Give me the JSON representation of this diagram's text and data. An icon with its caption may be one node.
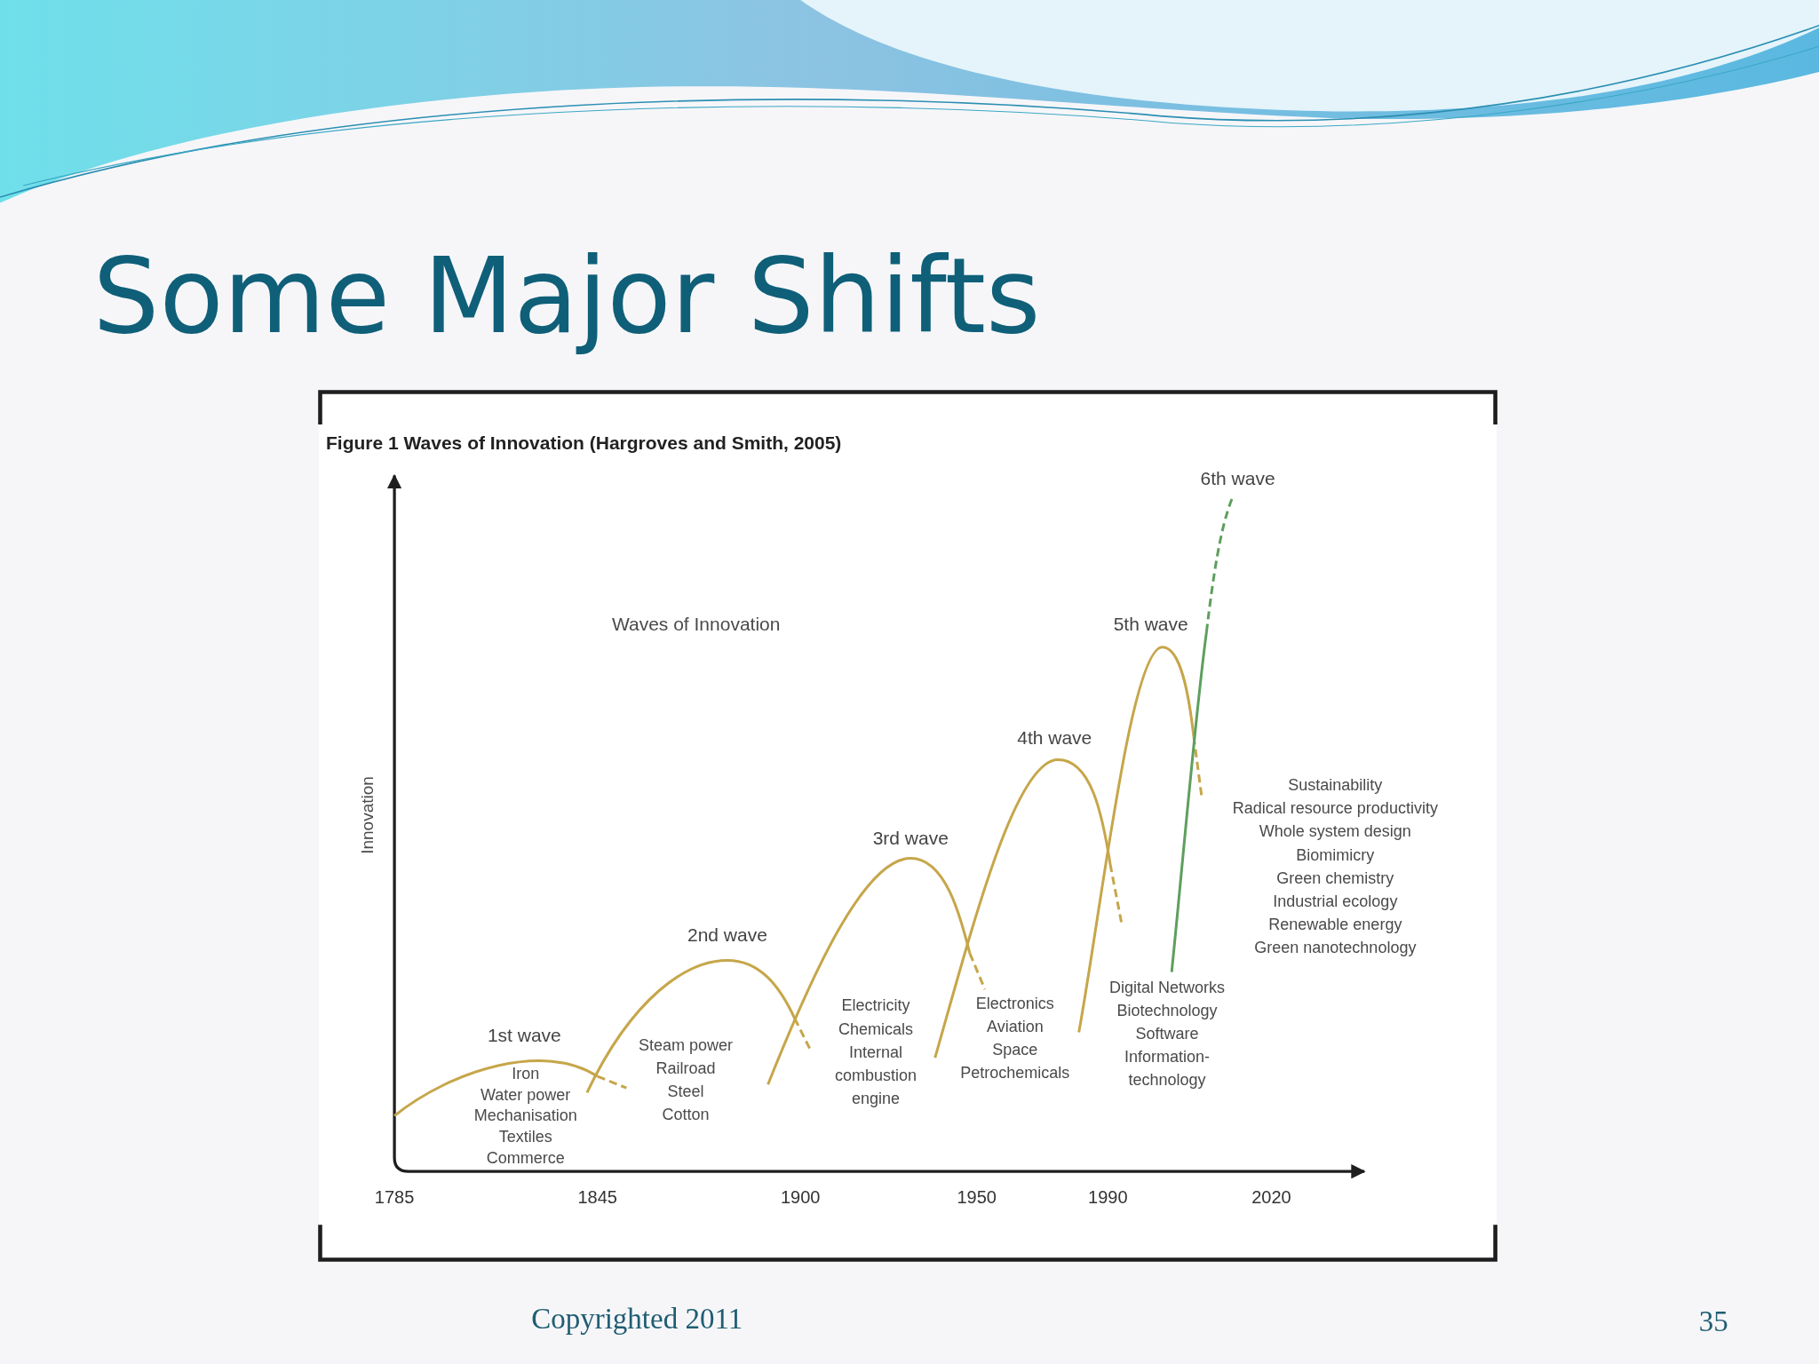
{
  "diagram": {
    "title": "Some Major Shifts",
    "caption": "Figure 1 Waves of Innovation (Hargroves and Smith, 2005)",
    "labels": [
      "Waves of Innovation",
      "Innovation",
      "1st wave",
      "Iron",
      "Water power",
      "Mechanisation",
      "Textiles",
      "Commerce",
      "2nd wave",
      "Steam power",
      "Railroad",
      "Steel",
      "Cotton",
      "3rd wave",
      "Electricity",
      "Chemicals",
      "Internal combustion engine",
      "4th wave",
      "Electronics",
      "Aviation",
      "Space",
      "Petrochemicals",
      "5th wave",
      "Digital Networks",
      "Biotechnology",
      "Software",
      "Information-technology",
      "6th wave",
      "Sustainability",
      "Radical resource productivity",
      "Whole system design",
      "Biomimicry",
      "Green chemistry",
      "Industrial ecology",
      "Renewable energy",
      "Green nanotechnology",
      "1785",
      "1845",
      "1900",
      "1950",
      "1990",
      "2020",
      "Copyrighted 2011",
      "35"
    ]
  }
}
